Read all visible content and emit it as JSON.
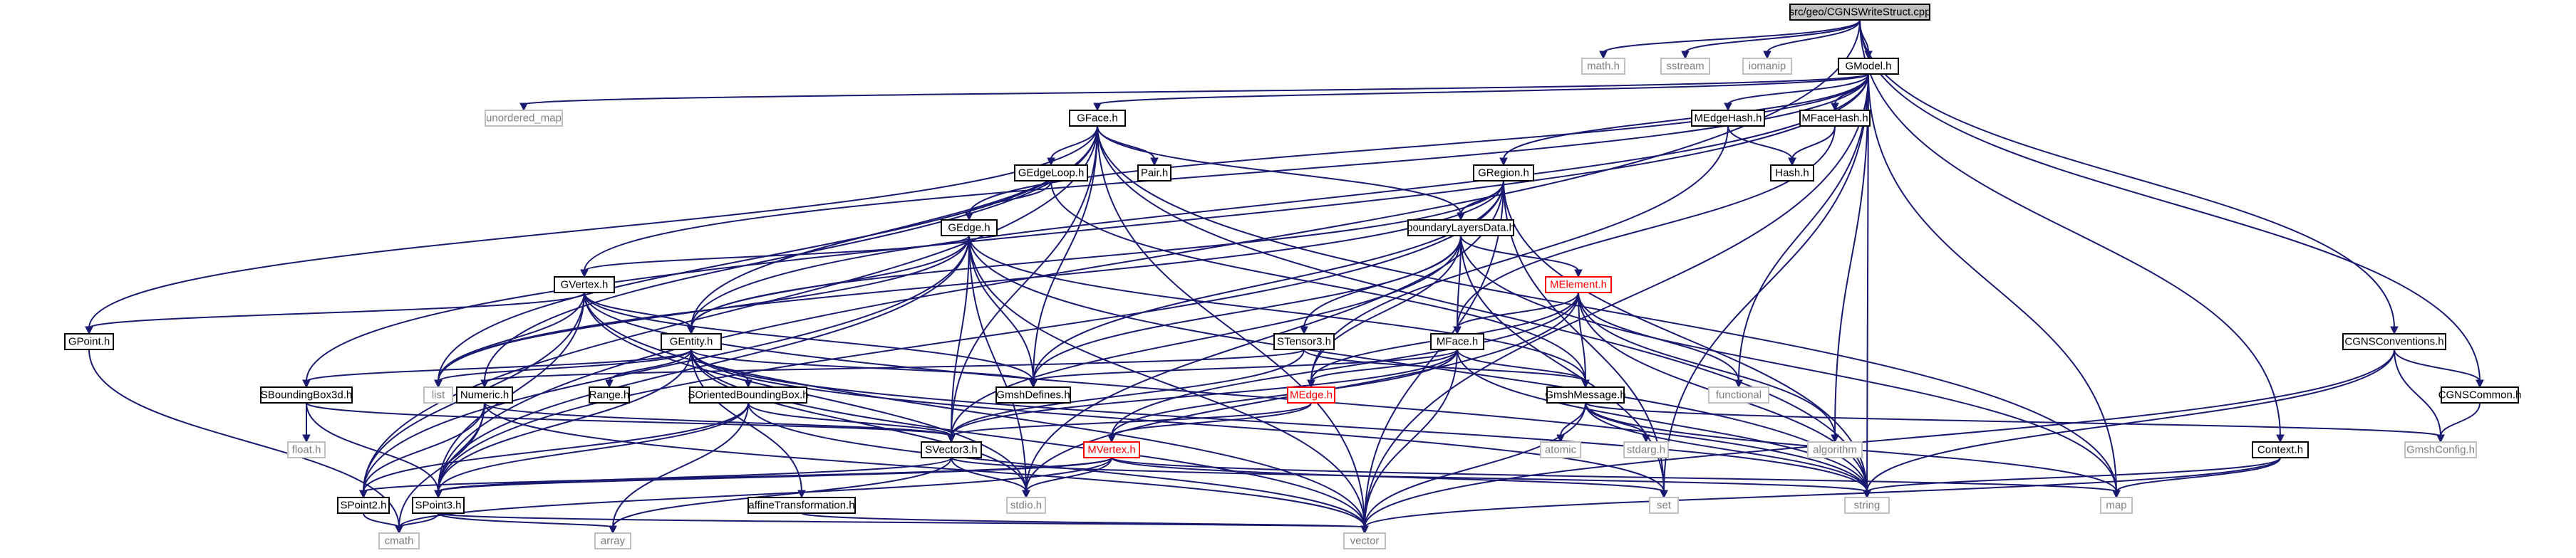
{
  "diagram": {
    "title": "src/geo/CGNSWriteStruct.cpp",
    "colors": {
      "edge": "#191970",
      "root_fill": "#bfbfbf",
      "root_border": "#000000",
      "node_fill": "#ffffff",
      "node_border": "#000000",
      "external_border": "#bfbfbf",
      "external_text": "#7f7f7f",
      "highlight_border": "#ff0000",
      "highlight_text": "#ff0000",
      "text": "#000000"
    },
    "nodes": [
      {
        "id": "root",
        "label": "src/geo/CGNSWriteStruct.cpp",
        "kind": "root"
      },
      {
        "id": "math_h",
        "label": "math.h",
        "kind": "external"
      },
      {
        "id": "sstream",
        "label": "sstream",
        "kind": "external"
      },
      {
        "id": "iomanip",
        "label": "iomanip",
        "kind": "external"
      },
      {
        "id": "GModel",
        "label": "GModel.h",
        "kind": "normal"
      },
      {
        "id": "unordered_map",
        "label": "unordered_map",
        "kind": "external"
      },
      {
        "id": "GFace",
        "label": "GFace.h",
        "kind": "normal"
      },
      {
        "id": "MEdgeHash",
        "label": "MEdgeHash.h",
        "kind": "normal"
      },
      {
        "id": "MFaceHash",
        "label": "MFaceHash.h",
        "kind": "normal"
      },
      {
        "id": "GEdgeLoop",
        "label": "GEdgeLoop.h",
        "kind": "normal"
      },
      {
        "id": "Pair",
        "label": "Pair.h",
        "kind": "normal"
      },
      {
        "id": "Hash",
        "label": "Hash.h",
        "kind": "normal"
      },
      {
        "id": "GRegion",
        "label": "GRegion.h",
        "kind": "normal"
      },
      {
        "id": "GEdge",
        "label": "GEdge.h",
        "kind": "normal"
      },
      {
        "id": "boundaryLayersData",
        "label": "boundaryLayersData.h",
        "kind": "normal"
      },
      {
        "id": "GVertex",
        "label": "GVertex.h",
        "kind": "normal"
      },
      {
        "id": "MElement",
        "label": "MElement.h",
        "kind": "highlight"
      },
      {
        "id": "GPoint",
        "label": "GPoint.h",
        "kind": "normal"
      },
      {
        "id": "GEntity",
        "label": "GEntity.h",
        "kind": "normal"
      },
      {
        "id": "STensor3",
        "label": "STensor3.h",
        "kind": "normal"
      },
      {
        "id": "MFace",
        "label": "MFace.h",
        "kind": "normal"
      },
      {
        "id": "CGNSConventions",
        "label": "CGNSConventions.h",
        "kind": "normal"
      },
      {
        "id": "SBoundingBox3d",
        "label": "SBoundingBox3d.h",
        "kind": "normal"
      },
      {
        "id": "list",
        "label": "list",
        "kind": "external"
      },
      {
        "id": "Numeric",
        "label": "Numeric.h",
        "kind": "normal"
      },
      {
        "id": "Range",
        "label": "Range.h",
        "kind": "normal"
      },
      {
        "id": "SOrientedBoundingBox",
        "label": "SOrientedBoundingBox.h",
        "kind": "normal"
      },
      {
        "id": "GmshDefines",
        "label": "GmshDefines.h",
        "kind": "normal"
      },
      {
        "id": "MEdge",
        "label": "MEdge.h",
        "kind": "highlight"
      },
      {
        "id": "GmshMessage",
        "label": "GmshMessage.h",
        "kind": "normal"
      },
      {
        "id": "functional",
        "label": "functional",
        "kind": "external"
      },
      {
        "id": "CGNSCommon",
        "label": "CGNSCommon.h",
        "kind": "normal"
      },
      {
        "id": "float_h",
        "label": "float.h",
        "kind": "external"
      },
      {
        "id": "SVector3",
        "label": "SVector3.h",
        "kind": "normal"
      },
      {
        "id": "MVertex",
        "label": "MVertex.h",
        "kind": "highlight"
      },
      {
        "id": "atomic",
        "label": "atomic",
        "kind": "external"
      },
      {
        "id": "stdarg",
        "label": "stdarg.h",
        "kind": "external"
      },
      {
        "id": "algorithm",
        "label": "algorithm",
        "kind": "external"
      },
      {
        "id": "GmshConfig",
        "label": "GmshConfig.h",
        "kind": "external"
      },
      {
        "id": "Context",
        "label": "Context.h",
        "kind": "normal"
      },
      {
        "id": "SPoint2",
        "label": "SPoint2.h",
        "kind": "normal"
      },
      {
        "id": "SPoint3",
        "label": "SPoint3.h",
        "kind": "normal"
      },
      {
        "id": "affineTransformation",
        "label": "affineTransformation.h",
        "kind": "normal"
      },
      {
        "id": "stdio",
        "label": "stdio.h",
        "kind": "external"
      },
      {
        "id": "set",
        "label": "set",
        "kind": "external"
      },
      {
        "id": "string",
        "label": "string",
        "kind": "external"
      },
      {
        "id": "map",
        "label": "map",
        "kind": "external"
      },
      {
        "id": "cmath",
        "label": "cmath",
        "kind": "external"
      },
      {
        "id": "array",
        "label": "array",
        "kind": "external"
      },
      {
        "id": "vector",
        "label": "vector",
        "kind": "external"
      }
    ],
    "edges": [
      [
        "root",
        "math_h"
      ],
      [
        "root",
        "sstream"
      ],
      [
        "root",
        "iomanip"
      ],
      [
        "root",
        "GModel"
      ],
      [
        "root",
        "CGNSConventions"
      ],
      [
        "root",
        "CGNSCommon"
      ],
      [
        "root",
        "Context"
      ],
      [
        "root",
        "SPoint3"
      ],
      [
        "GModel",
        "unordered_map"
      ],
      [
        "GModel",
        "GFace"
      ],
      [
        "GModel",
        "MEdgeHash"
      ],
      [
        "GModel",
        "MFaceHash"
      ],
      [
        "GModel",
        "GRegion"
      ],
      [
        "GModel",
        "GEdge"
      ],
      [
        "GModel",
        "GVertex"
      ],
      [
        "GModel",
        "GEntity"
      ],
      [
        "GModel",
        "SBoundingBox3d"
      ],
      [
        "GModel",
        "functional"
      ],
      [
        "GModel",
        "algorithm"
      ],
      [
        "GModel",
        "set"
      ],
      [
        "GModel",
        "string"
      ],
      [
        "GModel",
        "map"
      ],
      [
        "GModel",
        "vector"
      ],
      [
        "GFace",
        "GEdgeLoop"
      ],
      [
        "GFace",
        "Pair"
      ],
      [
        "GFace",
        "GEntity"
      ],
      [
        "GFace",
        "GPoint"
      ],
      [
        "GFace",
        "boundaryLayersData"
      ],
      [
        "GFace",
        "GmshDefines"
      ],
      [
        "GFace",
        "SVector3"
      ],
      [
        "GFace",
        "SPoint2"
      ],
      [
        "GFace",
        "Numeric"
      ],
      [
        "GFace",
        "list"
      ],
      [
        "GFace",
        "string"
      ],
      [
        "GFace",
        "vector"
      ],
      [
        "GFace",
        "map"
      ],
      [
        "MEdgeHash",
        "Hash"
      ],
      [
        "MEdgeHash",
        "MEdge"
      ],
      [
        "MFaceHash",
        "Hash"
      ],
      [
        "MFaceHash",
        "MFace"
      ],
      [
        "GEdgeLoop",
        "GEdge"
      ],
      [
        "GEdgeLoop",
        "GmshMessage"
      ],
      [
        "GRegion",
        "GEntity"
      ],
      [
        "GRegion",
        "boundaryLayersData"
      ],
      [
        "GRegion",
        "GmshDefines"
      ],
      [
        "GRegion",
        "SPoint3"
      ],
      [
        "GRegion",
        "list"
      ],
      [
        "GRegion",
        "string"
      ],
      [
        "GRegion",
        "vector"
      ],
      [
        "GRegion",
        "stdio"
      ],
      [
        "GRegion",
        "set"
      ],
      [
        "GEdge",
        "GEntity"
      ],
      [
        "GEdge",
        "GVertex"
      ],
      [
        "GEdge",
        "SVector3"
      ],
      [
        "GEdge",
        "SPoint3"
      ],
      [
        "GEdge",
        "SPoint2"
      ],
      [
        "GEdge",
        "GmshDefines"
      ],
      [
        "GEdge",
        "GmshMessage"
      ],
      [
        "GEdge",
        "list"
      ],
      [
        "GEdge",
        "vector"
      ],
      [
        "GEdge",
        "stdio"
      ],
      [
        "GEdge",
        "string"
      ],
      [
        "boundaryLayersData",
        "MElement"
      ],
      [
        "boundaryLayersData",
        "STensor3"
      ],
      [
        "boundaryLayersData",
        "MFace"
      ],
      [
        "boundaryLayersData",
        "MEdge"
      ],
      [
        "boundaryLayersData",
        "SVector3"
      ],
      [
        "boundaryLayersData",
        "map"
      ],
      [
        "boundaryLayersData",
        "set"
      ],
      [
        "boundaryLayersData",
        "GmshDefines"
      ],
      [
        "GVertex",
        "GEntity"
      ],
      [
        "GVertex",
        "GPoint"
      ],
      [
        "GVertex",
        "SPoint2"
      ],
      [
        "GVertex",
        "SPoint3"
      ],
      [
        "GVertex",
        "GmshDefines"
      ],
      [
        "GVertex",
        "list"
      ],
      [
        "GVertex",
        "string"
      ],
      [
        "GVertex",
        "vector"
      ],
      [
        "GVertex",
        "stdio"
      ],
      [
        "MElement",
        "MFace"
      ],
      [
        "MElement",
        "MEdge"
      ],
      [
        "MElement",
        "MVertex"
      ],
      [
        "MElement",
        "GmshMessage"
      ],
      [
        "MElement",
        "functional"
      ],
      [
        "MElement",
        "stdio"
      ],
      [
        "MElement",
        "algorithm"
      ],
      [
        "MElement",
        "string"
      ],
      [
        "GPoint",
        "cmath"
      ],
      [
        "GEntity",
        "Range"
      ],
      [
        "GEntity",
        "SBoundingBox3d"
      ],
      [
        "GEntity",
        "SOrientedBoundingBox"
      ],
      [
        "GEntity",
        "GmshDefines"
      ],
      [
        "GEntity",
        "affineTransformation"
      ],
      [
        "GEntity",
        "list"
      ],
      [
        "GEntity",
        "SPoint3"
      ],
      [
        "GEntity",
        "stdio"
      ],
      [
        "GEntity",
        "string"
      ],
      [
        "GEntity",
        "vector"
      ],
      [
        "GEntity",
        "set"
      ],
      [
        "STensor3",
        "SVector3"
      ],
      [
        "STensor3",
        "Numeric"
      ],
      [
        "STensor3",
        "GmshMessage"
      ],
      [
        "MFace",
        "MEdge"
      ],
      [
        "MFace",
        "MVertex"
      ],
      [
        "MFace",
        "SVector3"
      ],
      [
        "MFace",
        "GmshDefines"
      ],
      [
        "MFace",
        "GmshMessage"
      ],
      [
        "MFace",
        "string"
      ],
      [
        "MFace",
        "vector"
      ],
      [
        "CGNSConventions",
        "CGNSCommon"
      ],
      [
        "CGNSConventions",
        "GmshConfig"
      ],
      [
        "CGNSConventions",
        "string"
      ],
      [
        "CGNSConventions",
        "vector"
      ],
      [
        "CGNSCommon",
        "GmshConfig"
      ],
      [
        "SBoundingBox3d",
        "float_h"
      ],
      [
        "SBoundingBox3d",
        "SPoint3"
      ],
      [
        "SBoundingBox3d",
        "SVector3"
      ],
      [
        "Numeric",
        "SVector3"
      ],
      [
        "Numeric",
        "SPoint2"
      ],
      [
        "Numeric",
        "SPoint3"
      ],
      [
        "Numeric",
        "cmath"
      ],
      [
        "Numeric",
        "vector"
      ],
      [
        "SOrientedBoundingBox",
        "SVector3"
      ],
      [
        "SOrientedBoundingBox",
        "SPoint2"
      ],
      [
        "SOrientedBoundingBox",
        "SPoint3"
      ],
      [
        "SOrientedBoundingBox",
        "vector"
      ],
      [
        "SOrientedBoundingBox",
        "array"
      ],
      [
        "MEdge",
        "MVertex"
      ],
      [
        "MEdge",
        "SVector3"
      ],
      [
        "GmshMessage",
        "atomic"
      ],
      [
        "GmshMessage",
        "stdarg"
      ],
      [
        "GmshMessage",
        "string"
      ],
      [
        "GmshMessage",
        "map"
      ],
      [
        "GmshMessage",
        "vector"
      ],
      [
        "GmshMessage",
        "GmshConfig"
      ],
      [
        "SVector3",
        "SPoint3"
      ],
      [
        "SVector3",
        "stdio"
      ],
      [
        "SVector3",
        "string"
      ],
      [
        "SVector3",
        "array"
      ],
      [
        "MVertex",
        "SPoint2"
      ],
      [
        "MVertex",
        "SPoint3"
      ],
      [
        "MVertex",
        "stdio"
      ],
      [
        "MVertex",
        "set"
      ],
      [
        "MVertex",
        "map"
      ],
      [
        "MVertex",
        "cmath"
      ],
      [
        "Context",
        "string"
      ],
      [
        "Context",
        "vector"
      ],
      [
        "Context",
        "map"
      ],
      [
        "SPoint2",
        "cmath"
      ],
      [
        "SPoint3",
        "cmath"
      ],
      [
        "SPoint3",
        "array"
      ],
      [
        "SPoint3",
        "vector"
      ],
      [
        "affineTransformation",
        "vector"
      ]
    ]
  }
}
